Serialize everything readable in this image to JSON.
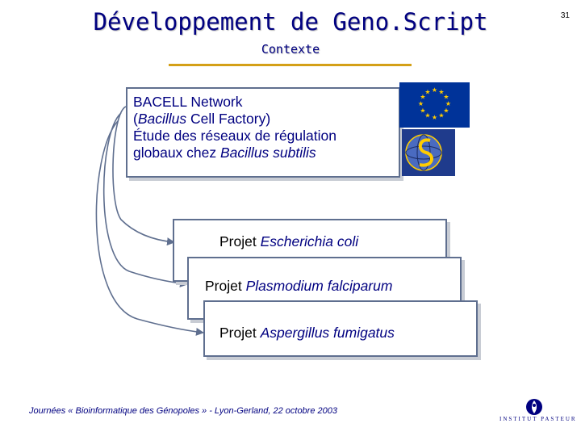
{
  "slide": {
    "title": "Développement de Geno.Script",
    "subtitle": "Contexte",
    "page_number": "31"
  },
  "bacell": {
    "line1": "BACELL Network",
    "line2_open": "(",
    "line2_italic": "Bacillus",
    "line2_rest": " Cell Factory)",
    "line3": "Étude des réseaux de régulation",
    "line4_plain": "globaux chez ",
    "line4_italic": "Bacillus subtilis"
  },
  "projects": [
    {
      "prefix": "Projet ",
      "organism": "Escherichia coli"
    },
    {
      "prefix": "Projet ",
      "organism": "Plasmodium falciparum"
    },
    {
      "prefix": "Projet ",
      "organism": "Aspergillus fumigatus"
    }
  ],
  "footer": {
    "text": "Journées « Bioinformatique des Génopoles » - Lyon-Gerland, 22 octobre 2003"
  },
  "logos": {
    "pasteur_text": "INSTITUT PASTEUR",
    "eu_flag_icon": "eu-flag-icon",
    "bacell_logo_icon": "bacell-logo-icon"
  },
  "colors": {
    "navy": "#000080",
    "rule": "#d4a017",
    "box_border": "#5f6f8f",
    "eu_blue": "#003399",
    "eu_star": "#ffcc00"
  }
}
